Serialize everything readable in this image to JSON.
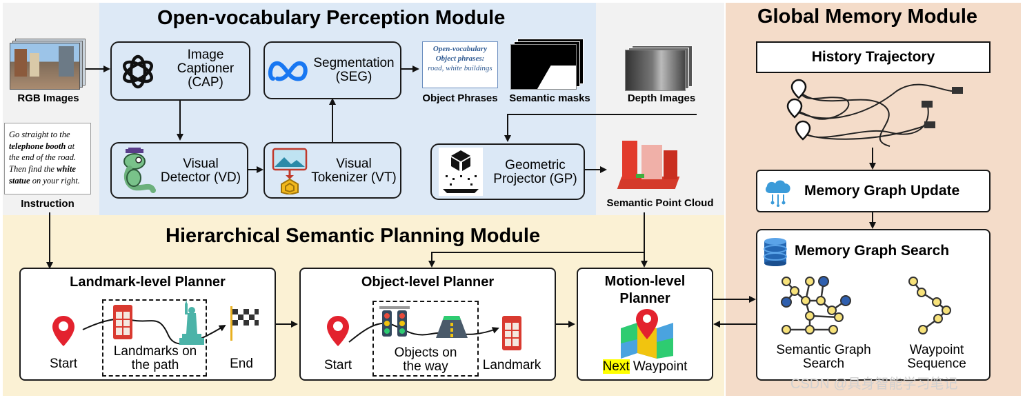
{
  "perception": {
    "title": "Open-vocabulary Perception Module",
    "rgb_caption": "RGB Images",
    "cap_label": "Image Captioner (CAP)",
    "cap_lines": [
      "Image",
      "Captioner",
      "(CAP)"
    ],
    "seg_lines": [
      "Segmentation",
      "(SEG)"
    ],
    "vd_lines": [
      "Visual",
      "Detector (VD)"
    ],
    "vt_lines": [
      "Visual",
      "Tokenizer (VT)"
    ],
    "gp_lines": [
      "Geometric",
      "Projector (GP)"
    ],
    "phrase_box": {
      "title": "Open-vocabulary Object phrases:",
      "body": "road, white buildings"
    },
    "object_phrases_caption": "Object Phrases",
    "semantic_masks_caption": "Semantic masks",
    "depth_caption": "Depth Images",
    "point_cloud_caption": "Semantic Point Cloud"
  },
  "instruction": {
    "caption": "Instruction",
    "text_parts": [
      "Go straight to the ",
      "telephone booth",
      " at the end of the road. Then find the ",
      "white statue",
      " on your right."
    ]
  },
  "planning": {
    "title": "Hierarchical Semantic Planning Module",
    "landmark": {
      "title": "Landmark-level Planner",
      "start": "Start",
      "middle": [
        "Landmarks on",
        "the path"
      ],
      "end": "End"
    },
    "object": {
      "title": "Object-level Planner",
      "start": "Start",
      "middle": [
        "Objects on",
        "the way"
      ],
      "end": "Landmark"
    },
    "motion": {
      "title_lines": [
        "Motion-level",
        "Planner"
      ],
      "next": "Next",
      "waypoint": " Waypoint"
    }
  },
  "memory": {
    "title": "Global Memory Module",
    "history": "History Trajectory",
    "update": "Memory Graph Update",
    "search": "Memory Graph Search",
    "graph_search": [
      "Semantic Graph",
      "Search"
    ],
    "waypoint_seq": [
      "Waypoint",
      "Sequence"
    ]
  },
  "watermark": "CSDN @具身智能学习笔记",
  "colors": {
    "perception_bg": "#dde9f6",
    "planning_bg": "#fbf1d4",
    "memory_bg": "#f4dcc9",
    "left_bg": "#f2f2f2",
    "box_fill": "#dbe8f6",
    "pin_red": "#e3222e",
    "node_yellow": "#f7e27a",
    "node_blue": "#2f5fae",
    "highlight": "#ffff00"
  },
  "icons": [
    "openai-icon",
    "meta-icon",
    "lizard-icon",
    "image-token-icon",
    "projector-icon",
    "cloud-icon",
    "database-icon",
    "map-icon",
    "telephone-booth-icon",
    "statue-icon",
    "finish-flag-icon",
    "traffic-light-icon",
    "road-icon",
    "pin-icon"
  ]
}
